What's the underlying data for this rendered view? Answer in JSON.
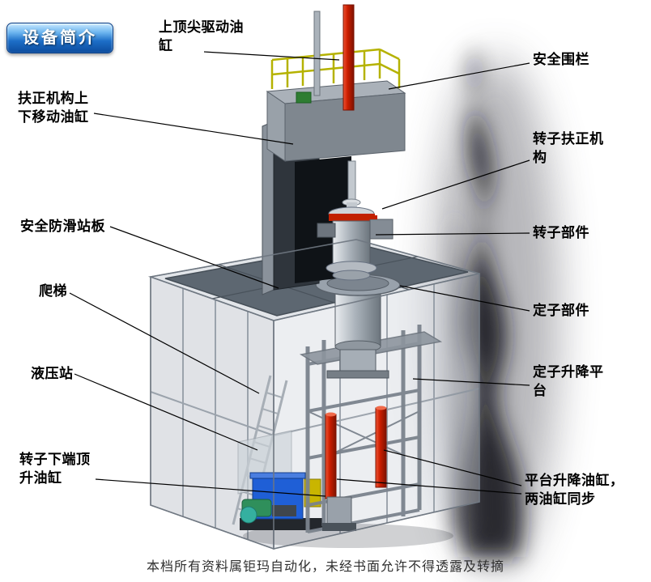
{
  "badge": {
    "label": "设备简介"
  },
  "callouts": {
    "top_tip_cylinder": "上顶尖驱动油缸",
    "safety_fence": "安全围栏",
    "righting_move_cylinder": "扶正机构上下移动油缸",
    "rotor_righting_mechanism": "转子扶正机构",
    "antislip_platform": "安全防滑站板",
    "rotor_part": "转子部件",
    "ladder": "爬梯",
    "stator_part": "定子部件",
    "hydraulic_station": "液压站",
    "stator_lift_platform": "定子升降平台",
    "rotor_bottom_jack_cylinder": "转子下端顶升油缸",
    "platform_lift_cylinders": "平台升降油缸，两油缸同步"
  },
  "footer": {
    "text": "本档所有资料属钜玛自动化，未经书面允许不得透露及转摘"
  },
  "colors": {
    "cylinder_red": "#cc1e00",
    "railing_yellow": "#b5b200",
    "hydraulic_blue": "#1f5fd6",
    "badge_blue": "#1d6ec7"
  }
}
